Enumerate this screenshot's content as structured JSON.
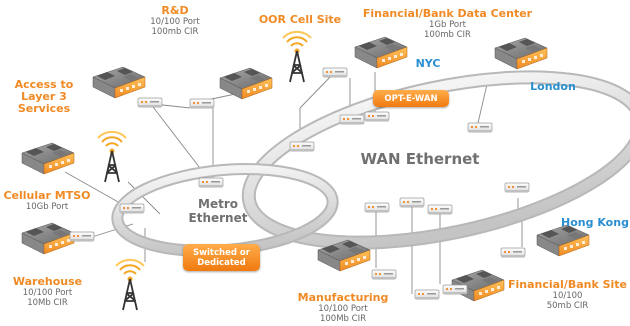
{
  "rings": {
    "wan": "WAN Ethernet",
    "metro_line1": "Metro",
    "metro_line2": "Ethernet"
  },
  "badges": {
    "opt_e_wan": "OPT-E-WAN",
    "switched_line1": "Switched or",
    "switched_line2": "Dedicated"
  },
  "sites": {
    "rnd": {
      "title": "R&D",
      "line1": "10/100 Port",
      "line2": "100mb CIR"
    },
    "oor": {
      "title": "OOR Cell Site"
    },
    "fin_dc": {
      "title": "Financial/Bank Data Center",
      "line1": "1Gb Port",
      "line2": "100mb CIR"
    },
    "nyc": {
      "title": "NYC"
    },
    "london": {
      "title": "London"
    },
    "access": {
      "line1": "Access to",
      "line2": "Layer 3",
      "line3": "Services"
    },
    "cellular": {
      "title": "Cellular MTSO",
      "line1": "10Gb Port"
    },
    "warehouse": {
      "title": "Warehouse",
      "line1": "10/100 Port",
      "line2": "10Mb CIR"
    },
    "hongkong": {
      "title": "Hong Kong"
    },
    "manufacturing": {
      "title": "Manufacturing",
      "line1": "10/100 Port",
      "line2": "100Mb CIR"
    },
    "fin_site": {
      "title": "Financial/Bank Site",
      "line1": "10/100",
      "line2": "50mb CIR"
    }
  },
  "colors": {
    "orange": "#f08a24",
    "blue": "#2a8fd0",
    "ring": "#c8c8c8"
  }
}
